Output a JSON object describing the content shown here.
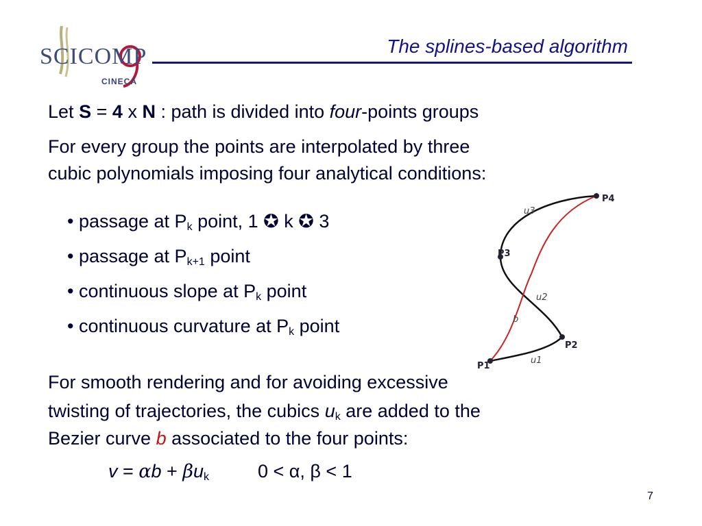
{
  "logo": {
    "text": "SCICOMP",
    "sub": "CINECA"
  },
  "title": "The splines-based algorithm",
  "intro": {
    "let": "Let",
    "S": "S",
    "eq": "=",
    "four_num": "4",
    "times": "x",
    "N": "N",
    "rest1": ": path is divided into",
    "four_word": "four",
    "rest2": "-points groups"
  },
  "para1": [
    "For every group the points are interpolated by three",
    "cubic polynomials imposing four analytical conditions:"
  ],
  "bullets": [
    {
      "pre": "• passage at P",
      "sub": "k",
      "post": " point,  1 ✪ k ✪ 3"
    },
    {
      "pre": "• passage at P",
      "sub": "k+1",
      "post": " point"
    },
    {
      "pre": "• continuous slope at P",
      "sub": "k",
      "post": " point"
    },
    {
      "pre": "• continuous curvature at P",
      "sub": "k",
      "post": " point"
    }
  ],
  "figure": {
    "labels": {
      "p4": "P4",
      "p3": "P3",
      "p2": "P2",
      "p1": "P1",
      "u3": "u3",
      "u2": "u2",
      "u1": "u1",
      "b": "b"
    },
    "colors": {
      "black": "#111111",
      "red": "#cc2222",
      "point": "#223"
    }
  },
  "para2": {
    "line1": "For smooth rendering and for avoiding excessive",
    "line2_pre": "twisting of trajectories, the cubics",
    "u": "u",
    "u_sub": "k",
    "line2_post": "are added to the",
    "line3_pre": "Bezier curve",
    "b": "b",
    "line3_post": "associated to the four points:"
  },
  "formula": {
    "v": "v",
    "eq": " = ",
    "alpha": "α",
    "b": "b",
    "plus": " + ",
    "beta": "β",
    "u": "u",
    "u_sub": "k",
    "cond": "0 < α, β < 1"
  },
  "page_number": "7"
}
